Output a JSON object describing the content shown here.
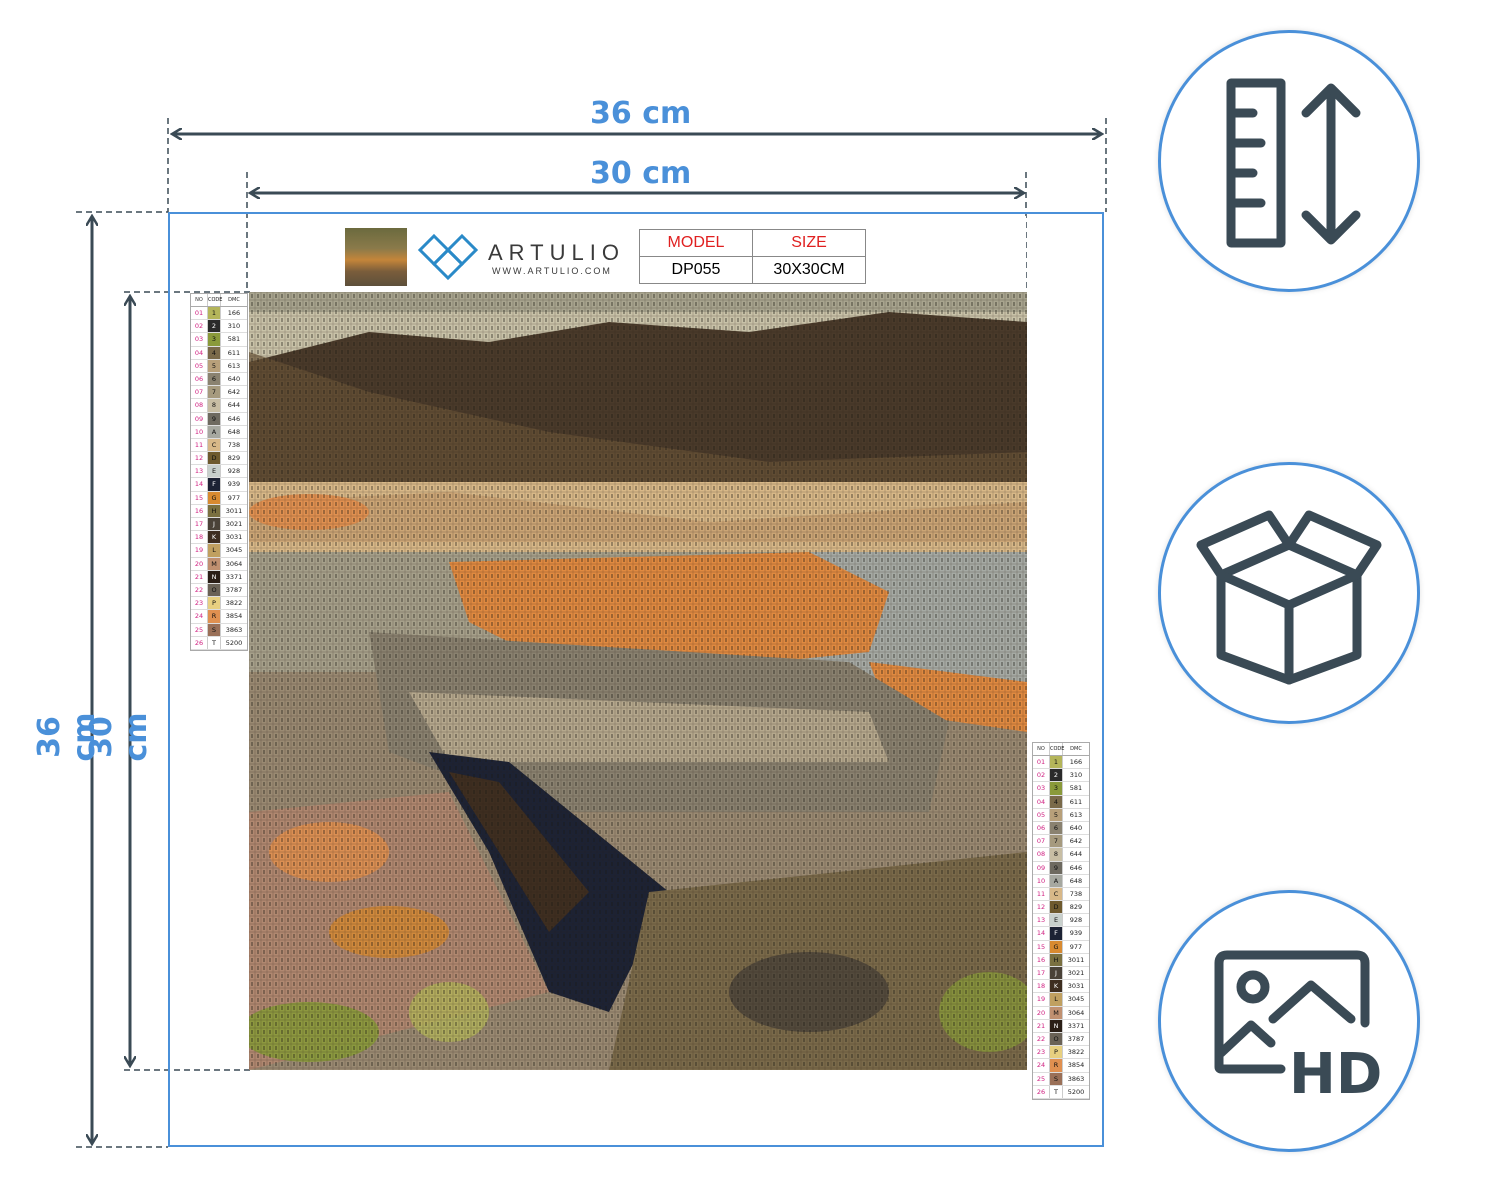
{
  "dimensions": {
    "outer_width": "36 cm",
    "inner_width": "30 cm",
    "outer_height": "36 cm",
    "inner_height": "30 cm"
  },
  "brand": {
    "name": "ARTULIO",
    "url": "WWW.ARTULIO.COM"
  },
  "info_table": {
    "model_label": "MODEL",
    "size_label": "SIZE",
    "model_value": "DP055",
    "size_value": "30X30CM"
  },
  "legend": {
    "headers": [
      "NO",
      "CODE",
      "DMC"
    ],
    "rows": [
      {
        "no": "01",
        "code": "1",
        "dmc": "166",
        "color": "#b4b55a"
      },
      {
        "no": "02",
        "code": "2",
        "dmc": "310",
        "color": "#2a2a2a"
      },
      {
        "no": "03",
        "code": "3",
        "dmc": "581",
        "color": "#8a9a3a"
      },
      {
        "no": "04",
        "code": "4",
        "dmc": "611",
        "color": "#7a6a4a"
      },
      {
        "no": "05",
        "code": "5",
        "dmc": "613",
        "color": "#b8a07a"
      },
      {
        "no": "06",
        "code": "6",
        "dmc": "640",
        "color": "#8a8270"
      },
      {
        "no": "07",
        "code": "7",
        "dmc": "642",
        "color": "#a69a7e"
      },
      {
        "no": "08",
        "code": "8",
        "dmc": "644",
        "color": "#c8bea4"
      },
      {
        "no": "09",
        "code": "9",
        "dmc": "646",
        "color": "#6e6a60"
      },
      {
        "no": "10",
        "code": "A",
        "dmc": "648",
        "color": "#a6a8a0"
      },
      {
        "no": "11",
        "code": "C",
        "dmc": "738",
        "color": "#d8b888"
      },
      {
        "no": "12",
        "code": "D",
        "dmc": "829",
        "color": "#6e5a2e"
      },
      {
        "no": "13",
        "code": "E",
        "dmc": "928",
        "color": "#c8d0cc"
      },
      {
        "no": "14",
        "code": "F",
        "dmc": "939",
        "color": "#1c2234"
      },
      {
        "no": "15",
        "code": "G",
        "dmc": "977",
        "color": "#d88a30"
      },
      {
        "no": "16",
        "code": "H",
        "dmc": "3011",
        "color": "#7a7040"
      },
      {
        "no": "17",
        "code": "J",
        "dmc": "3021",
        "color": "#4a4238"
      },
      {
        "no": "18",
        "code": "K",
        "dmc": "3031",
        "color": "#3e2e20"
      },
      {
        "no": "19",
        "code": "L",
        "dmc": "3045",
        "color": "#c0a060"
      },
      {
        "no": "20",
        "code": "M",
        "dmc": "3064",
        "color": "#c09070"
      },
      {
        "no": "21",
        "code": "N",
        "dmc": "3371",
        "color": "#2a1e16"
      },
      {
        "no": "22",
        "code": "O",
        "dmc": "3787",
        "color": "#6a6256"
      },
      {
        "no": "23",
        "code": "P",
        "dmc": "3822",
        "color": "#e8d080"
      },
      {
        "no": "24",
        "code": "R",
        "dmc": "3854",
        "color": "#e09050"
      },
      {
        "no": "25",
        "code": "S",
        "dmc": "3863",
        "color": "#9a7058"
      },
      {
        "no": "26",
        "code": "T",
        "dmc": "5200",
        "color": "#ffffff"
      }
    ]
  },
  "icons": [
    "ruler-height-icon",
    "box-icon",
    "hd-image-icon"
  ]
}
